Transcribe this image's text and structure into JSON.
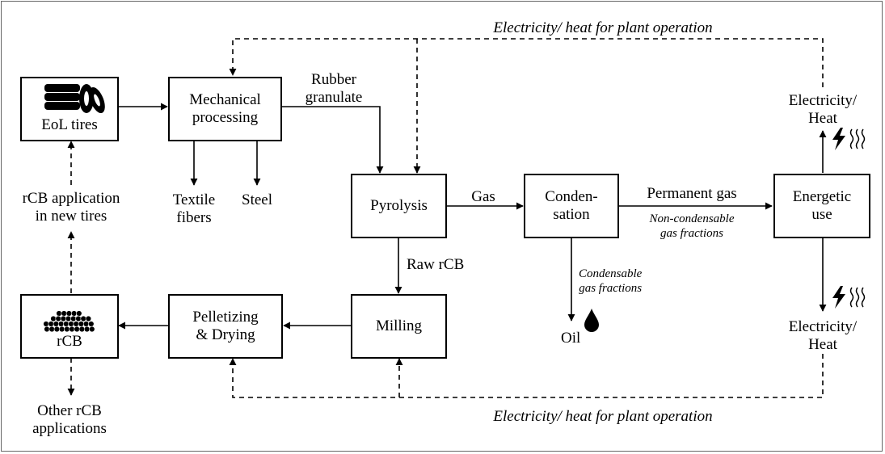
{
  "boxes": {
    "eol_tires": "EoL tires",
    "mechanical": [
      "Mechanical",
      "processing"
    ],
    "pyrolysis": "Pyrolysis",
    "condensation": [
      "Conden-",
      "sation"
    ],
    "energetic": [
      "Energetic",
      "use"
    ],
    "milling": "Milling",
    "pelletizing": [
      "Pelletizing",
      "& Drying"
    ],
    "rcb": "rCB"
  },
  "labels": {
    "electricity_top": "Electricity/ heat for plant operation",
    "electricity_bottom": "Electricity/ heat for plant operation",
    "rubber_granulate": [
      "Rubber",
      "granulate"
    ],
    "textile": [
      "Textile",
      "fibers"
    ],
    "steel": "Steel",
    "gas": "Gas",
    "permanent_gas": "Permanent gas",
    "non_condensable": [
      "Non-condensable",
      "gas fractions"
    ],
    "condensable": [
      "Condensable",
      "gas fractions"
    ],
    "oil": "Oil",
    "raw_rcb": "Raw rCB",
    "elec_heat_up": [
      "Electricity/",
      "Heat"
    ],
    "elec_heat_down": [
      "Electricity/",
      "Heat"
    ],
    "rcb_new_tires": [
      "rCB application",
      "in new tires"
    ],
    "other_rcb": [
      "Other rCB",
      "applications"
    ]
  },
  "icons": [
    "tire-stack-icon",
    "carbon-pellets-icon",
    "oil-drop-icon",
    "lightning-icon",
    "heat-waves-icon"
  ]
}
